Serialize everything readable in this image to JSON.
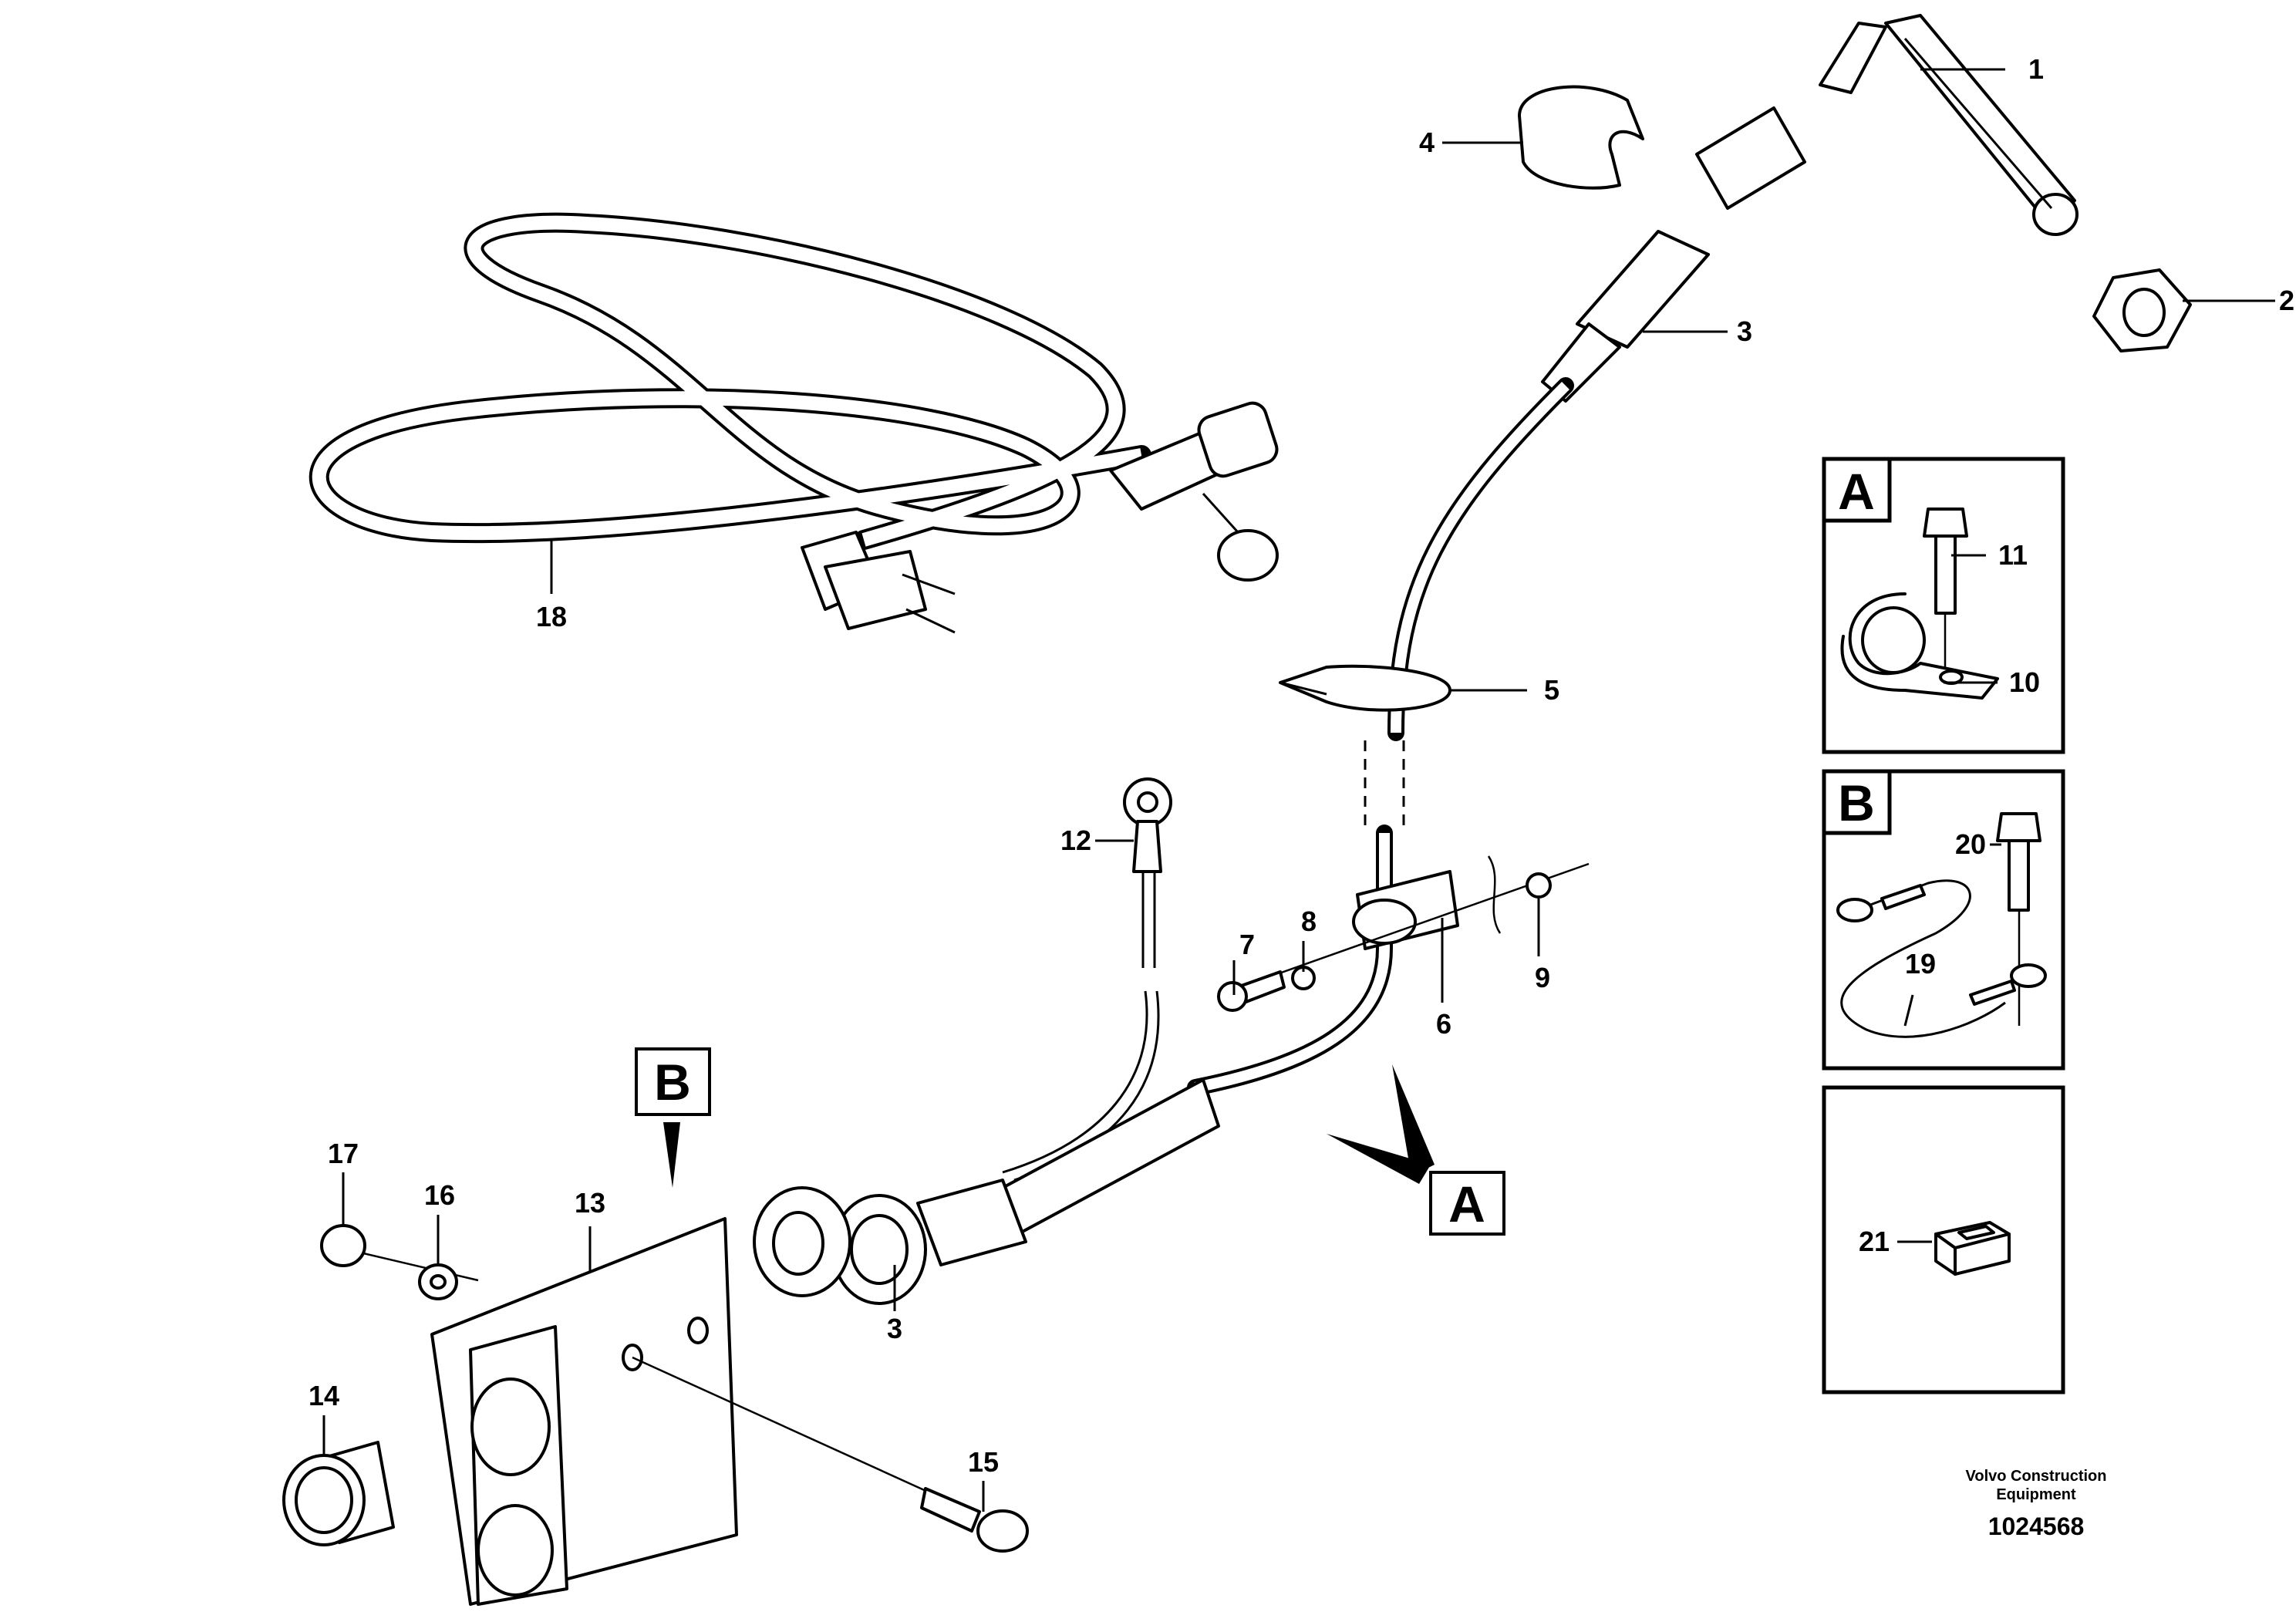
{
  "callouts": {
    "c1": "1",
    "c2": "2",
    "c3a": "3",
    "c3b": "3",
    "c4": "4",
    "c5": "5",
    "c6": "6",
    "c7": "7",
    "c8": "8",
    "c9": "9",
    "c10": "10",
    "c11": "11",
    "c12": "12",
    "c13": "13",
    "c14": "14",
    "c15": "15",
    "c16": "16",
    "c17": "17",
    "c18": "18",
    "c19": "19",
    "c20": "20",
    "c21": "21"
  },
  "view_labels": {
    "a_pointer": "A",
    "b_pointer": "B",
    "a_detail": "A",
    "b_detail": "B"
  },
  "credit": {
    "line1": "Volvo Construction",
    "line2": "Equipment"
  },
  "document_number": "1024568"
}
